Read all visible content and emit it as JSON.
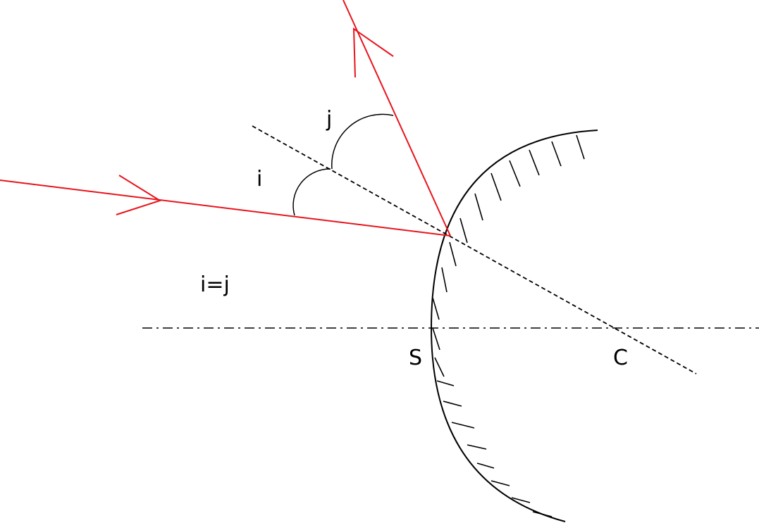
{
  "diagram": {
    "labels": {
      "angle_incidence": "i",
      "angle_reflection": "j",
      "equality": "i=j",
      "vertex": "S",
      "center": "C"
    },
    "colors": {
      "ray": "#e8141c",
      "mirror": "#000000",
      "normal": "#000000",
      "axis": "#000000",
      "background": "#ffffff"
    }
  }
}
